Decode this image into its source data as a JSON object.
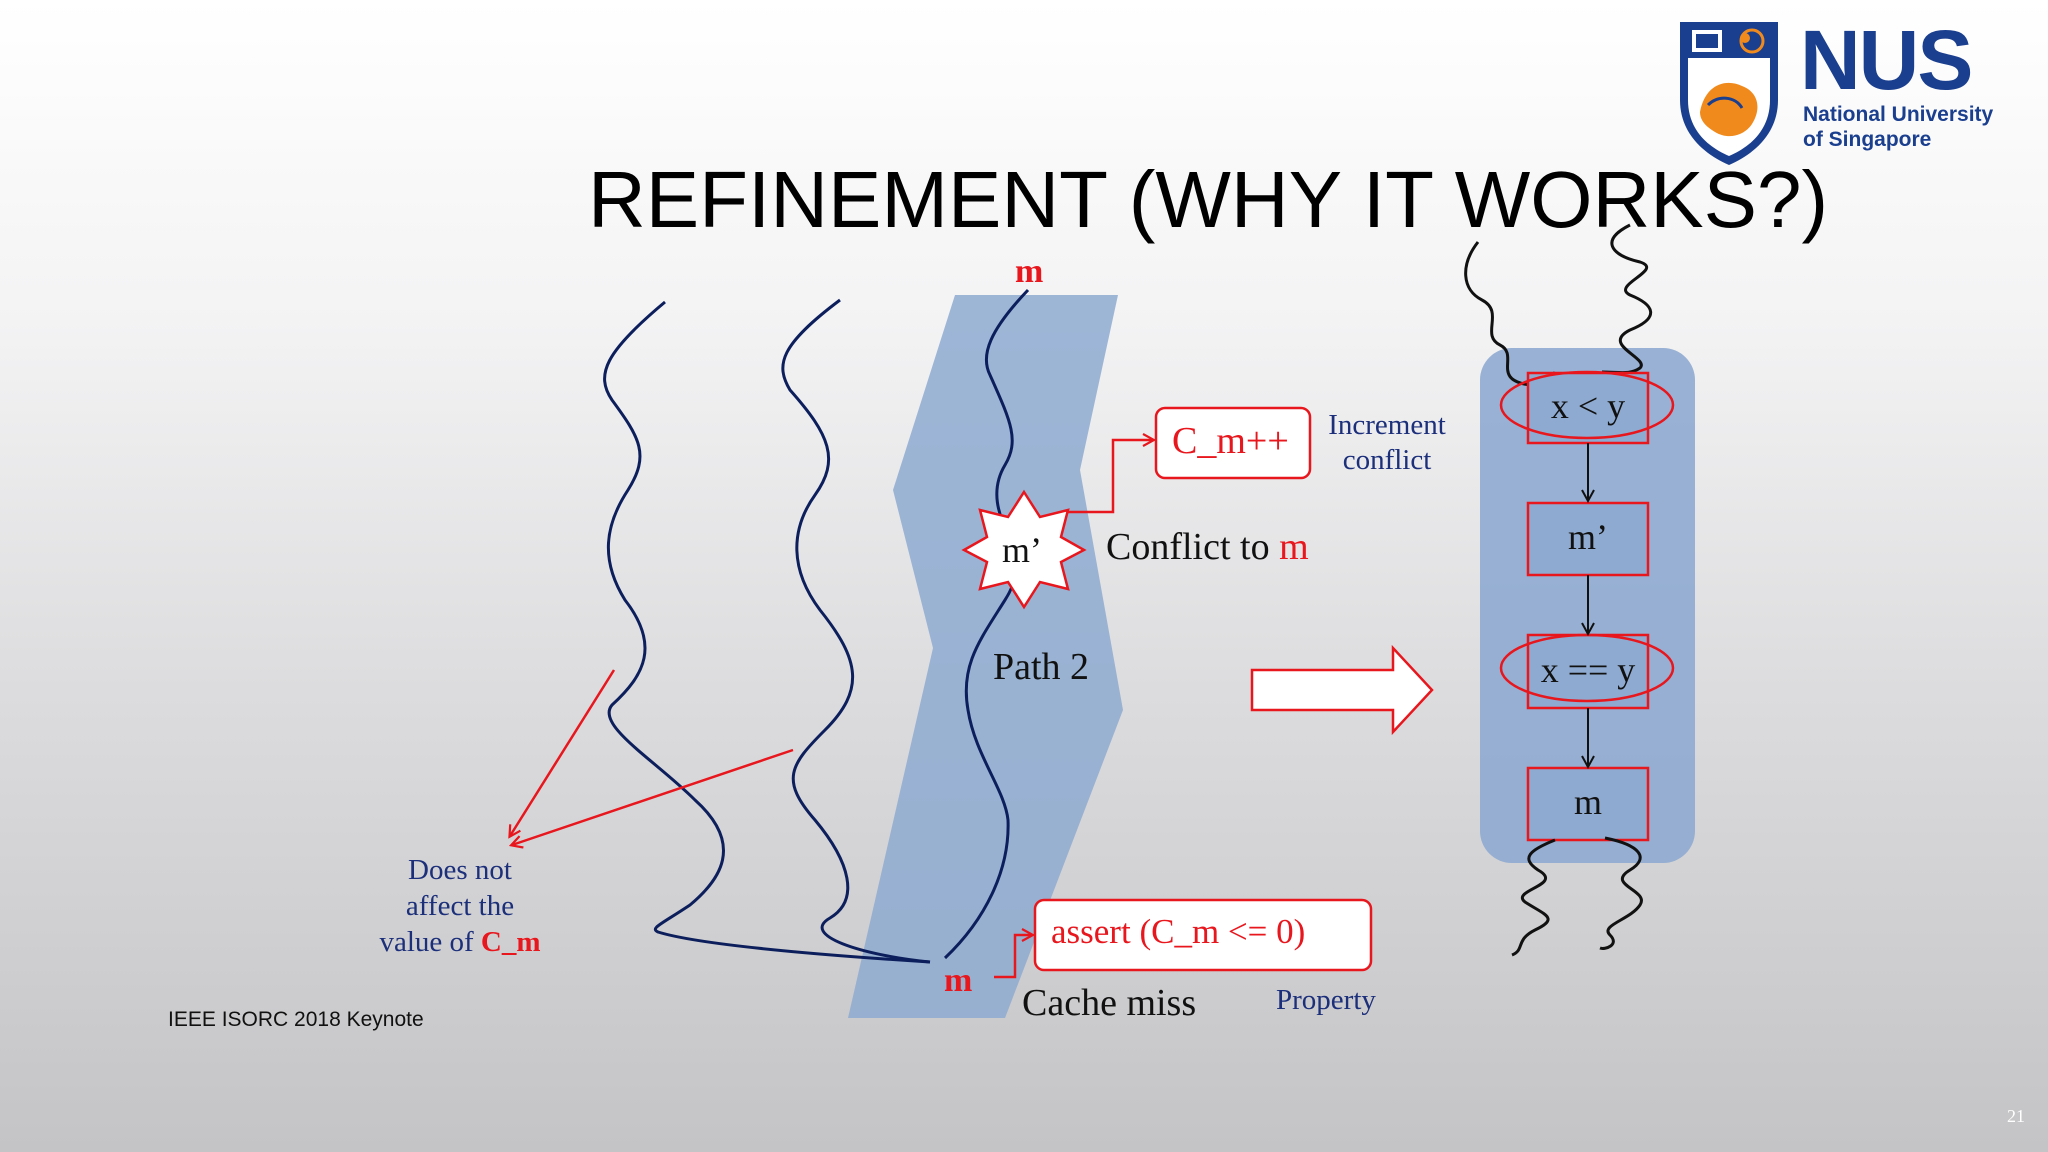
{
  "slide": {
    "title": "REFINEMENT (WHY IT WORKS?)",
    "footer": "IEEE ISORC 2018 Keynote",
    "page_number": "21"
  },
  "logo": {
    "name": "NUS",
    "subtitle_line1": "National University",
    "subtitle_line2": "of Singapore"
  },
  "diagram": {
    "m_top": "m",
    "m_bottom": "m",
    "m_prime": "m’",
    "conflict_prefix": "Conflict to ",
    "conflict_target": "m",
    "path_label": "Path 2",
    "counter_box": "C_m++",
    "increment_line1": "Increment",
    "increment_line2": "conflict",
    "does_not_line1": "Does not",
    "does_not_line2": "affect the",
    "does_not_line3_prefix": "value of ",
    "does_not_line3_var": "C_m",
    "assert_box": "assert (C_m <= 0)",
    "cache_miss": "Cache miss",
    "property": "Property"
  },
  "flow": {
    "nodes": [
      "x < y",
      "m’",
      "x == y",
      "m"
    ]
  },
  "colors": {
    "accent_red": "#e8161d",
    "path_navy": "#0c1f5c",
    "band_blue": "#8eaad0",
    "label_navy": "#1c2f7a"
  }
}
